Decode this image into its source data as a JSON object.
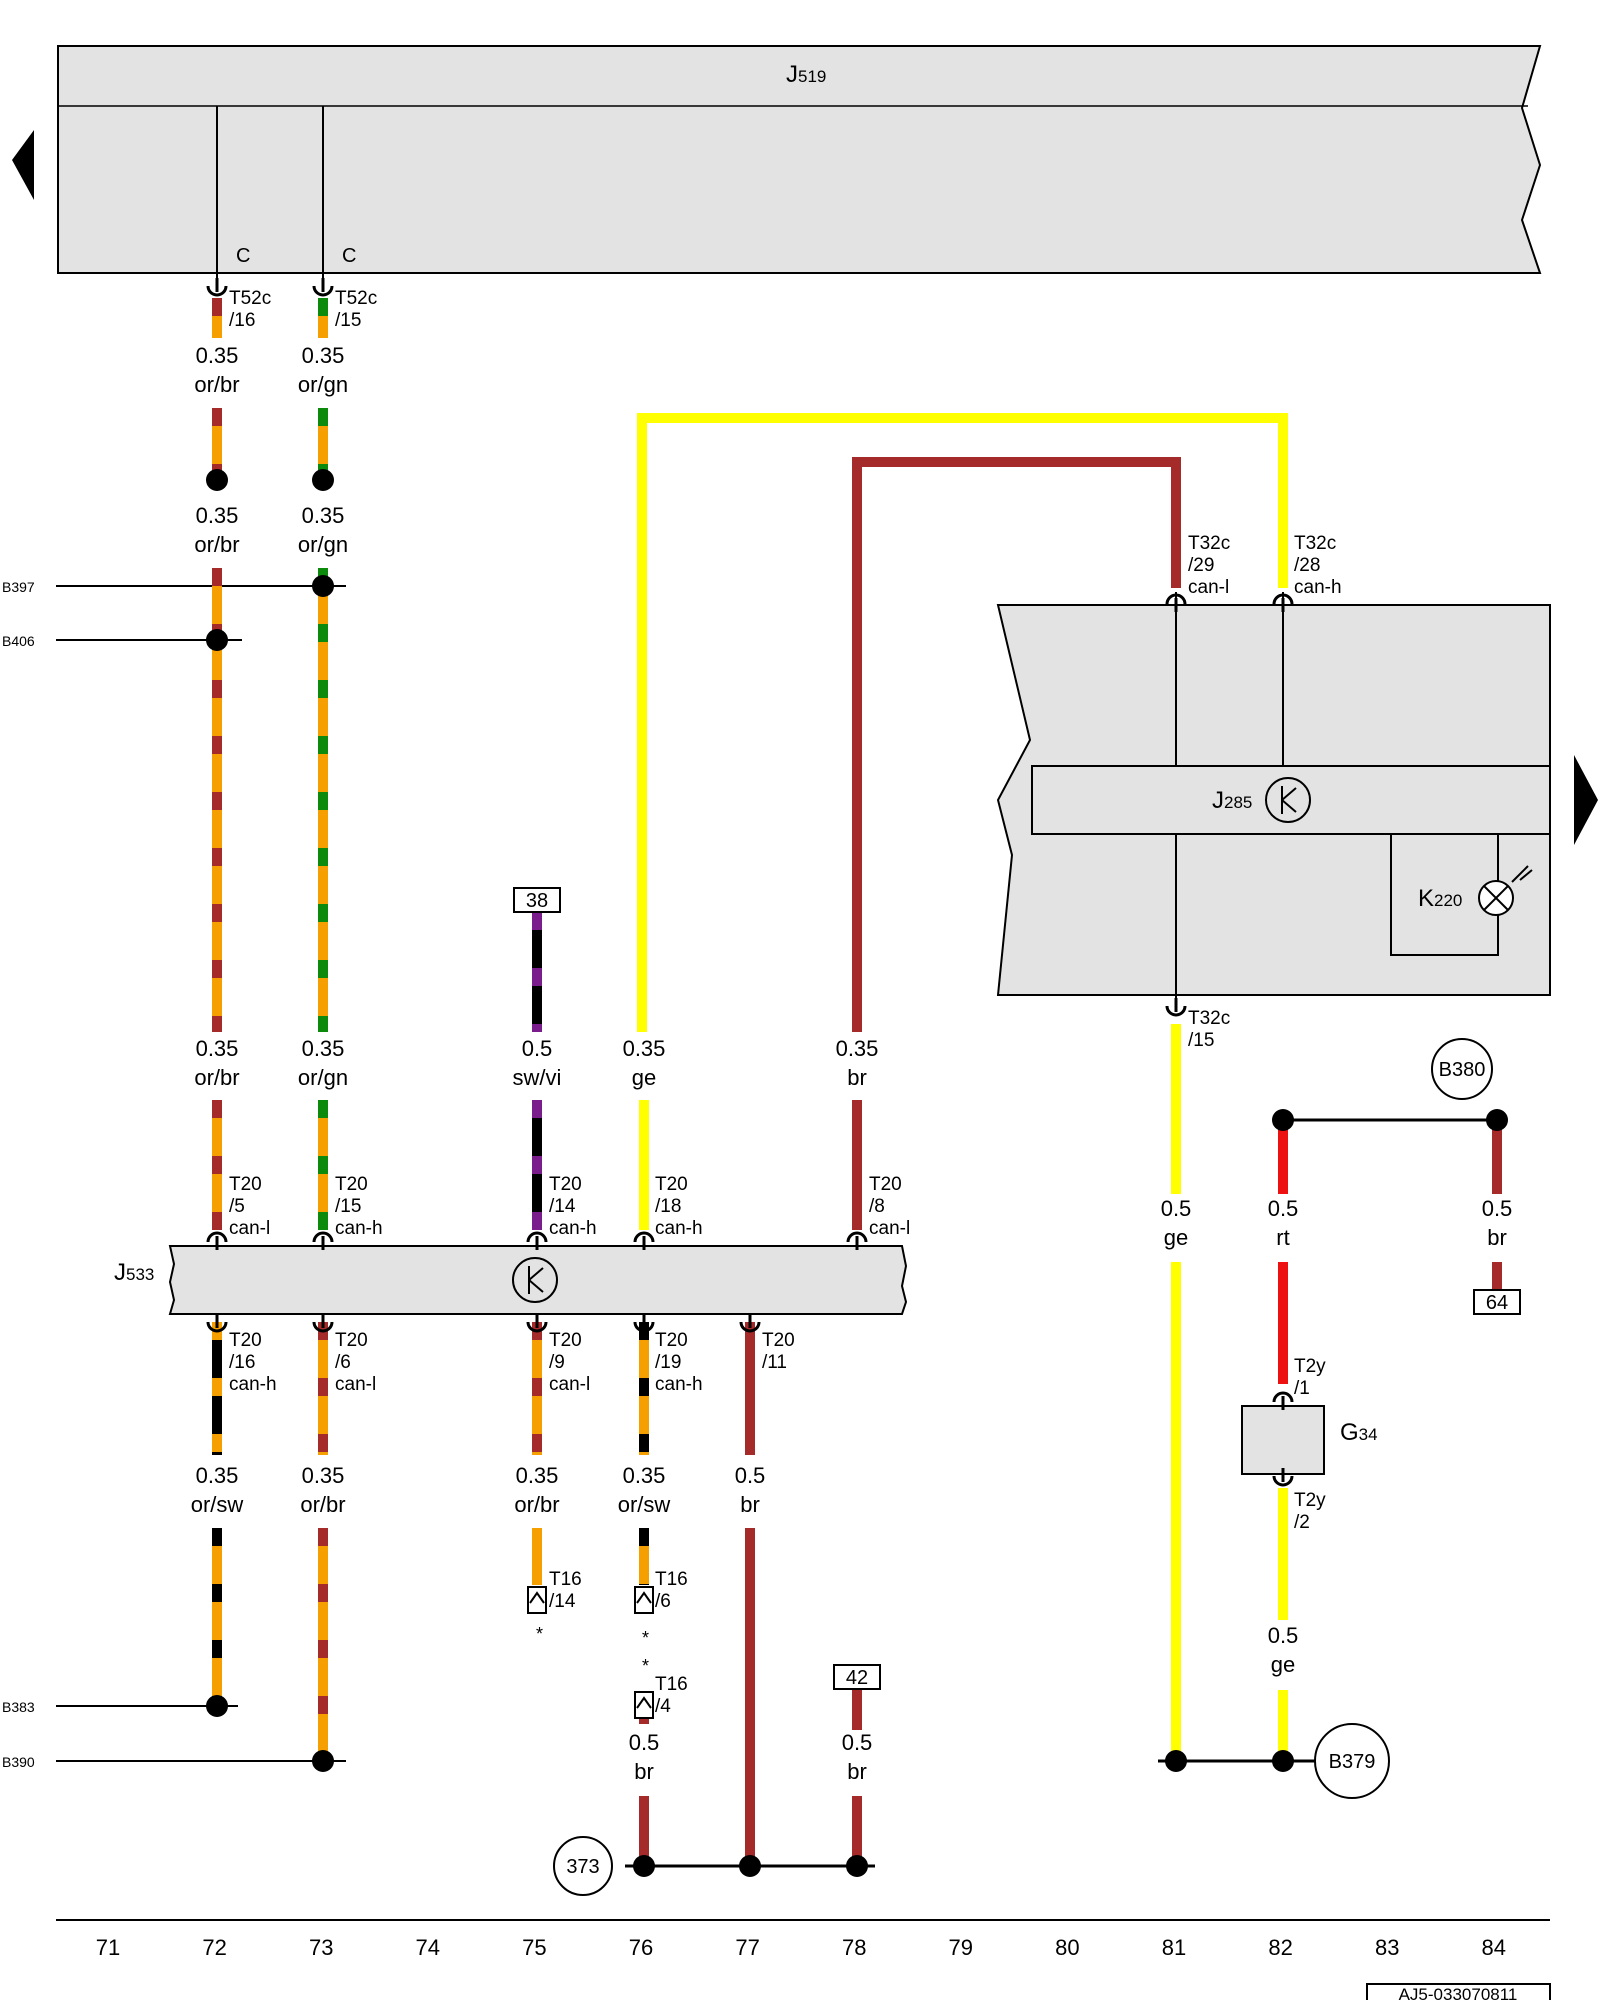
{
  "components": {
    "j519": {
      "prefix": "J",
      "sub": "519"
    },
    "j285": {
      "prefix": "J",
      "sub": "285"
    },
    "k220": {
      "prefix": "K",
      "sub": "220"
    },
    "j533": {
      "prefix": "J",
      "sub": "533"
    },
    "g34": {
      "prefix": "G",
      "sub": "34"
    }
  },
  "j519_connector_letter": "C",
  "pins": {
    "t52c_16": [
      "T52c",
      "/16"
    ],
    "t52c_15": [
      "T52c",
      "/15"
    ],
    "t32c_29": [
      "T32c",
      "/29",
      "can-l"
    ],
    "t32c_28": [
      "T32c",
      "/28",
      "can-h"
    ],
    "t32c_15": [
      "T32c",
      "/15"
    ],
    "t20_5": [
      "T20",
      "/5",
      "can-l"
    ],
    "t20_15": [
      "T20",
      "/15",
      "can-h"
    ],
    "t20_14": [
      "T20",
      "/14",
      "can-h"
    ],
    "t20_18": [
      "T20",
      "/18",
      "can-h"
    ],
    "t20_8": [
      "T20",
      "/8",
      "can-l"
    ],
    "t20_16": [
      "T20",
      "/16",
      "can-h"
    ],
    "t20_6": [
      "T20",
      "/6",
      "can-l"
    ],
    "t20_9": [
      "T20",
      "/9",
      "can-l"
    ],
    "t20_19": [
      "T20",
      "/19",
      "can-h"
    ],
    "t20_11": [
      "T20",
      "/11"
    ],
    "t16_14": [
      "T16",
      "/14"
    ],
    "t16_6": [
      "T16",
      "/6"
    ],
    "t16_4": [
      "T16",
      "/4"
    ],
    "t2y_1": [
      "T2y",
      "/1"
    ],
    "t2y_2": [
      "T2y",
      "/2"
    ]
  },
  "wire_labels": {
    "w72a": [
      "0.35",
      "or/br"
    ],
    "w73a": [
      "0.35",
      "or/gn"
    ],
    "w72b": [
      "0.35",
      "or/br"
    ],
    "w73b": [
      "0.35",
      "or/gn"
    ],
    "w72c": [
      "0.35",
      "or/br"
    ],
    "w73c": [
      "0.35",
      "or/gn"
    ],
    "w75a": [
      "0.5",
      "sw/vi"
    ],
    "w76a": [
      "0.35",
      "ge"
    ],
    "w78a": [
      "0.35",
      "br"
    ],
    "w81": [
      "0.5",
      "ge"
    ],
    "w82a": [
      "0.5",
      "rt"
    ],
    "w84": [
      "0.5",
      "br"
    ],
    "w72d": [
      "0.35",
      "or/sw"
    ],
    "w73d": [
      "0.35",
      "or/br"
    ],
    "w75d": [
      "0.35",
      "or/br"
    ],
    "w76d": [
      "0.35",
      "or/sw"
    ],
    "w77": [
      "0.5",
      "br"
    ],
    "w76e": [
      "0.5",
      "br"
    ],
    "w78e": [
      "0.5",
      "br"
    ],
    "w82b": [
      "0.5",
      "ge"
    ]
  },
  "refs": {
    "r38": "38",
    "r42": "42",
    "r64": "64"
  },
  "grounds": {
    "b380": "B380",
    "b379": "B379",
    "g373": "373"
  },
  "side_refs": {
    "b397": "B397",
    "b406": "B406",
    "b383": "B383",
    "b390": "B390"
  },
  "asterisk": "*",
  "grid_numbers": [
    "71",
    "72",
    "73",
    "74",
    "75",
    "76",
    "77",
    "78",
    "79",
    "80",
    "81",
    "82",
    "83",
    "84"
  ],
  "doc_id": "AJ5-033070811",
  "colors": {
    "or": "#f5a000",
    "br": "#a52a2a",
    "gn": "#0c8a0c",
    "sw": "#000000",
    "vi": "#7a1c8c",
    "ge": "#ffff00",
    "rt": "#ee1111",
    "panel": "#e3e3e3"
  }
}
